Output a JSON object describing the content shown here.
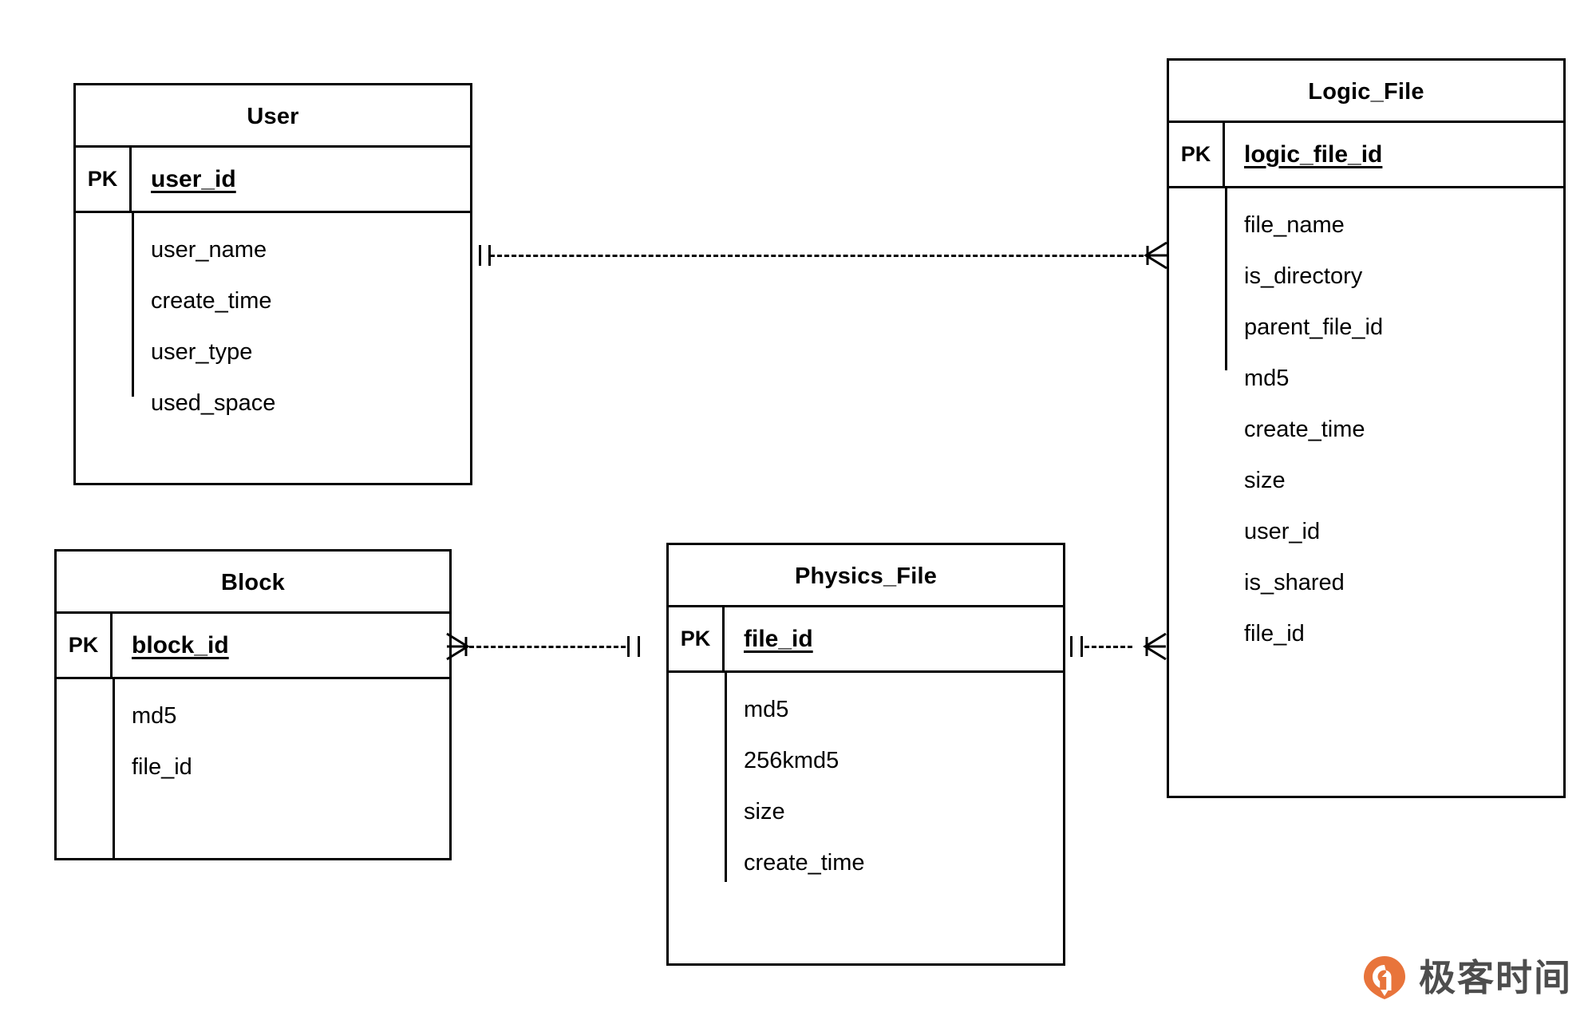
{
  "diagram": {
    "type": "entity-relationship-diagram",
    "notation": "crow's foot",
    "background_color": "#ffffff",
    "line_color": "#000000"
  },
  "entities": [
    {
      "id": "user",
      "title": "User",
      "pk_label": "PK",
      "pk_field": "user_id",
      "attributes": [
        "user_name",
        "create_time",
        "user_type",
        "used_space"
      ]
    },
    {
      "id": "block",
      "title": "Block",
      "pk_label": "PK",
      "pk_field": "block_id",
      "attributes": [
        "md5",
        "file_id"
      ]
    },
    {
      "id": "physics_file",
      "title": "Physics_File",
      "pk_label": "PK",
      "pk_field": "file_id",
      "attributes": [
        "md5",
        "256kmd5",
        "size",
        "create_time"
      ]
    },
    {
      "id": "logic_file",
      "title": "Logic_File",
      "pk_label": "PK",
      "pk_field": "logic_file_id",
      "attributes": [
        "file_name",
        "is_directory",
        "parent_file_id",
        "md5",
        "create_time",
        "size",
        "user_id",
        "is_shared",
        "file_id"
      ]
    }
  ],
  "relationships": [
    {
      "id": "user-logic_file",
      "from": "user",
      "to": "logic_file",
      "from_cardinality": "exactly-one",
      "to_cardinality": "one-or-many",
      "style": "dashed"
    },
    {
      "id": "block-physics_file",
      "from": "block",
      "to": "physics_file",
      "from_cardinality": "one-or-many",
      "to_cardinality": "exactly-one",
      "style": "dashed"
    },
    {
      "id": "physics_file-logic_file",
      "from": "physics_file",
      "to": "logic_file",
      "from_cardinality": "exactly-one",
      "to_cardinality": "one-or-many",
      "style": "dashed"
    }
  ],
  "watermark": {
    "text": "极客时间",
    "mark_color": "#e8743b",
    "text_color": "#4d4d4d"
  }
}
